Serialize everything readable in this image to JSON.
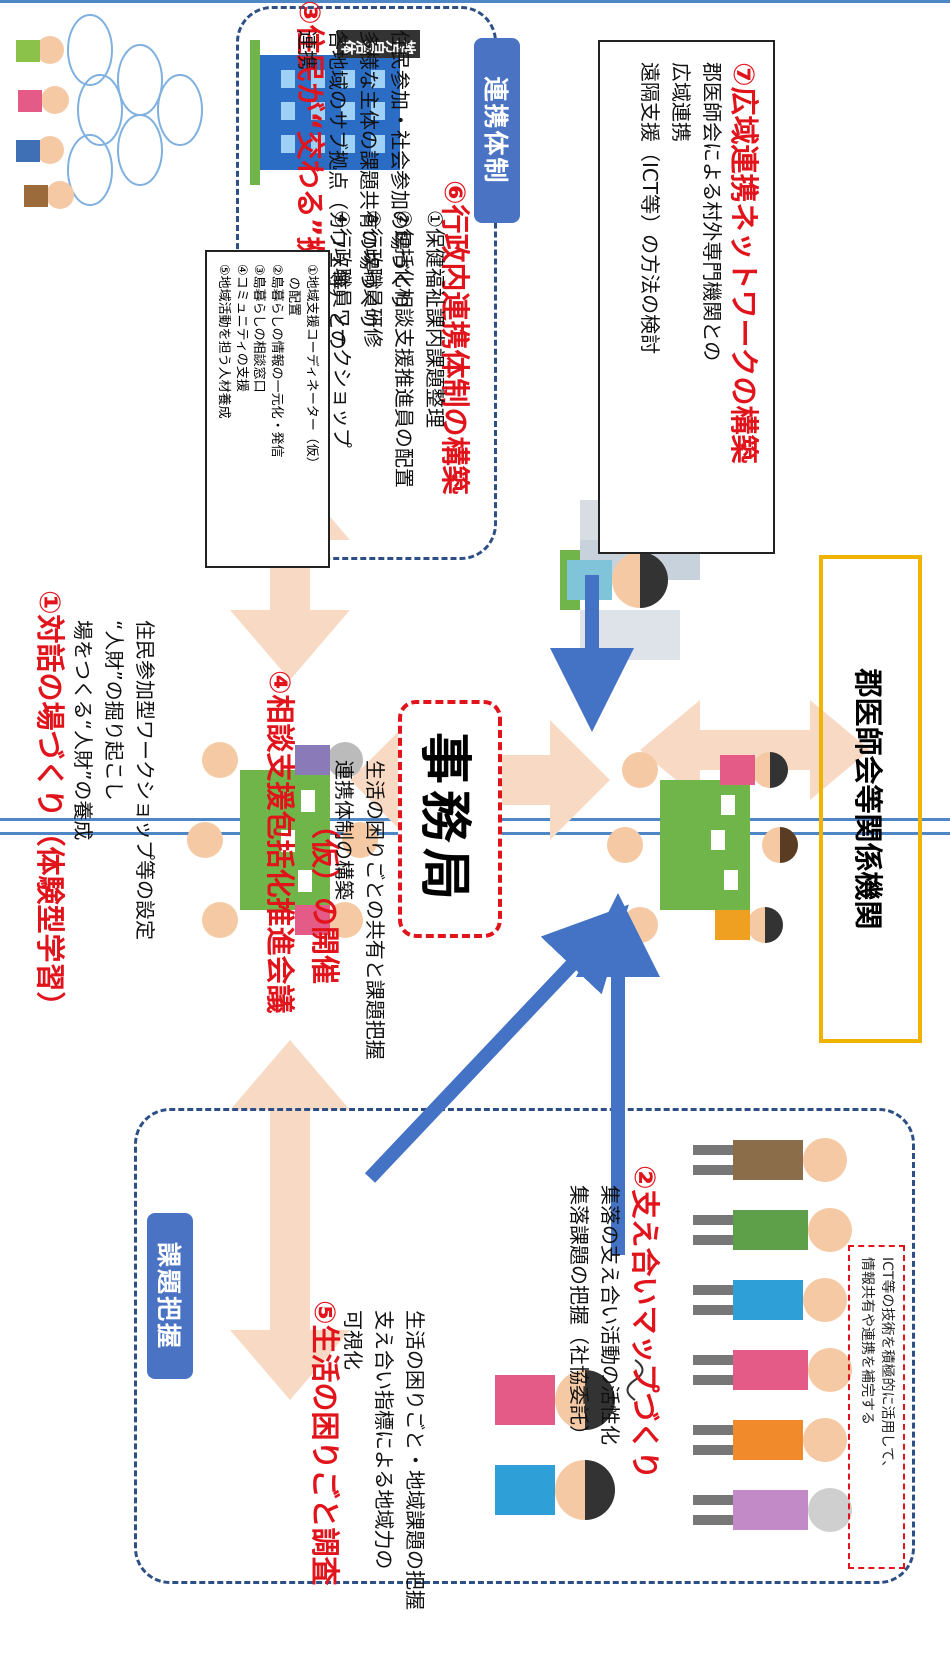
{
  "jimukyoku": "事務局",
  "tags": {
    "renkei": "連携体制",
    "kadai": "課題把握"
  },
  "boxes": {
    "b1": {
      "title": "①対話の場づくり（体験型学習）",
      "lines": [
        "住民参加型ワークショップ等の設定",
        "“人財”の掘り起こし",
        "場をつくる“人財”の養成"
      ]
    },
    "b2": {
      "title": "②支え合いマップづくり",
      "lines": [
        "集落の支え合い活動の活性化",
        "集落課題の把握（社協委託）"
      ]
    },
    "b3": {
      "title": "③住民が“交わる”拠点の構築",
      "lines": [
        "住民参加・社会参加の場づくり",
        "多様な主体の課題共有の場づくり",
        "各地域のサブ拠点（カフェ等）との",
        "連携"
      ]
    },
    "b4": {
      "title1": "④相談支援包括化推進会議",
      "title2": "（仮）の開催",
      "lines": [
        "生活の困りごとの共有と課題把握",
        "連携体制の構築"
      ]
    },
    "b5": {
      "title": "⑤生活の困りごと調査",
      "lines": [
        "生活の困りごと・地域課題の把握",
        "支え合い指標による地域力の",
        "可視化"
      ]
    },
    "b6": {
      "title": "⑥行政内連携体制の構築",
      "lines": [
        "①保健福祉課内課題整理",
        "②包括化相談支援推進員の配置",
        "③行政職員研修",
        "④行政職員ワークショップ"
      ]
    },
    "b7": {
      "title": "⑦広域連携ネットワークの構築",
      "lines": [
        "郡医師会による村外専門機関との",
        "広域連携",
        "遠隔支援（ICT等）の方法の検討"
      ]
    }
  },
  "small_callout": [
    "①地域支援コーディネーター（仮）",
    "　の配置",
    "②島暮らしの情報の一元化・発信",
    "③島暮らしの相談窓口",
    "④コミュニティの支援",
    "⑤地域活動を担う人材養成"
  ],
  "gun_ishikai": "郡医師会等関係機関",
  "building_sign": "地方自治体",
  "ict_note": [
    "ICT等の技術を積極的に活用して、",
    "情報共有や連携を補完する"
  ],
  "colors": {
    "heading_red": "#e1141c",
    "dash_blue": "#2e4f86",
    "tag_blue": "#4b73c4",
    "arrow_blue": "#4472c4",
    "arrow_peach": "#f8d9c4",
    "gold": "#f0b400"
  }
}
